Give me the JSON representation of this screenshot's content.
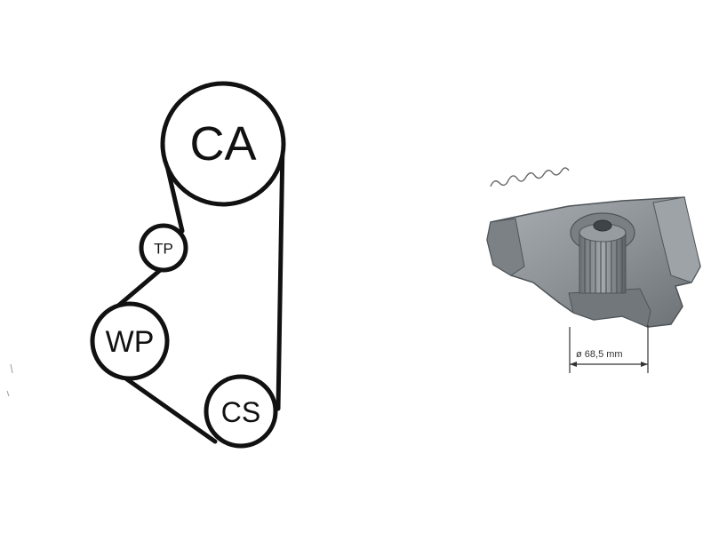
{
  "pulleys": {
    "camshaft": "CA",
    "tensioner": "TP",
    "water_pump": "WP",
    "crankshaft": "CS"
  },
  "pump": {
    "dimension_label": "ø 68,5 mm"
  },
  "colors": {
    "line": "#111111",
    "pump_body": "#8d9296",
    "pump_shadow": "#5f6468"
  }
}
